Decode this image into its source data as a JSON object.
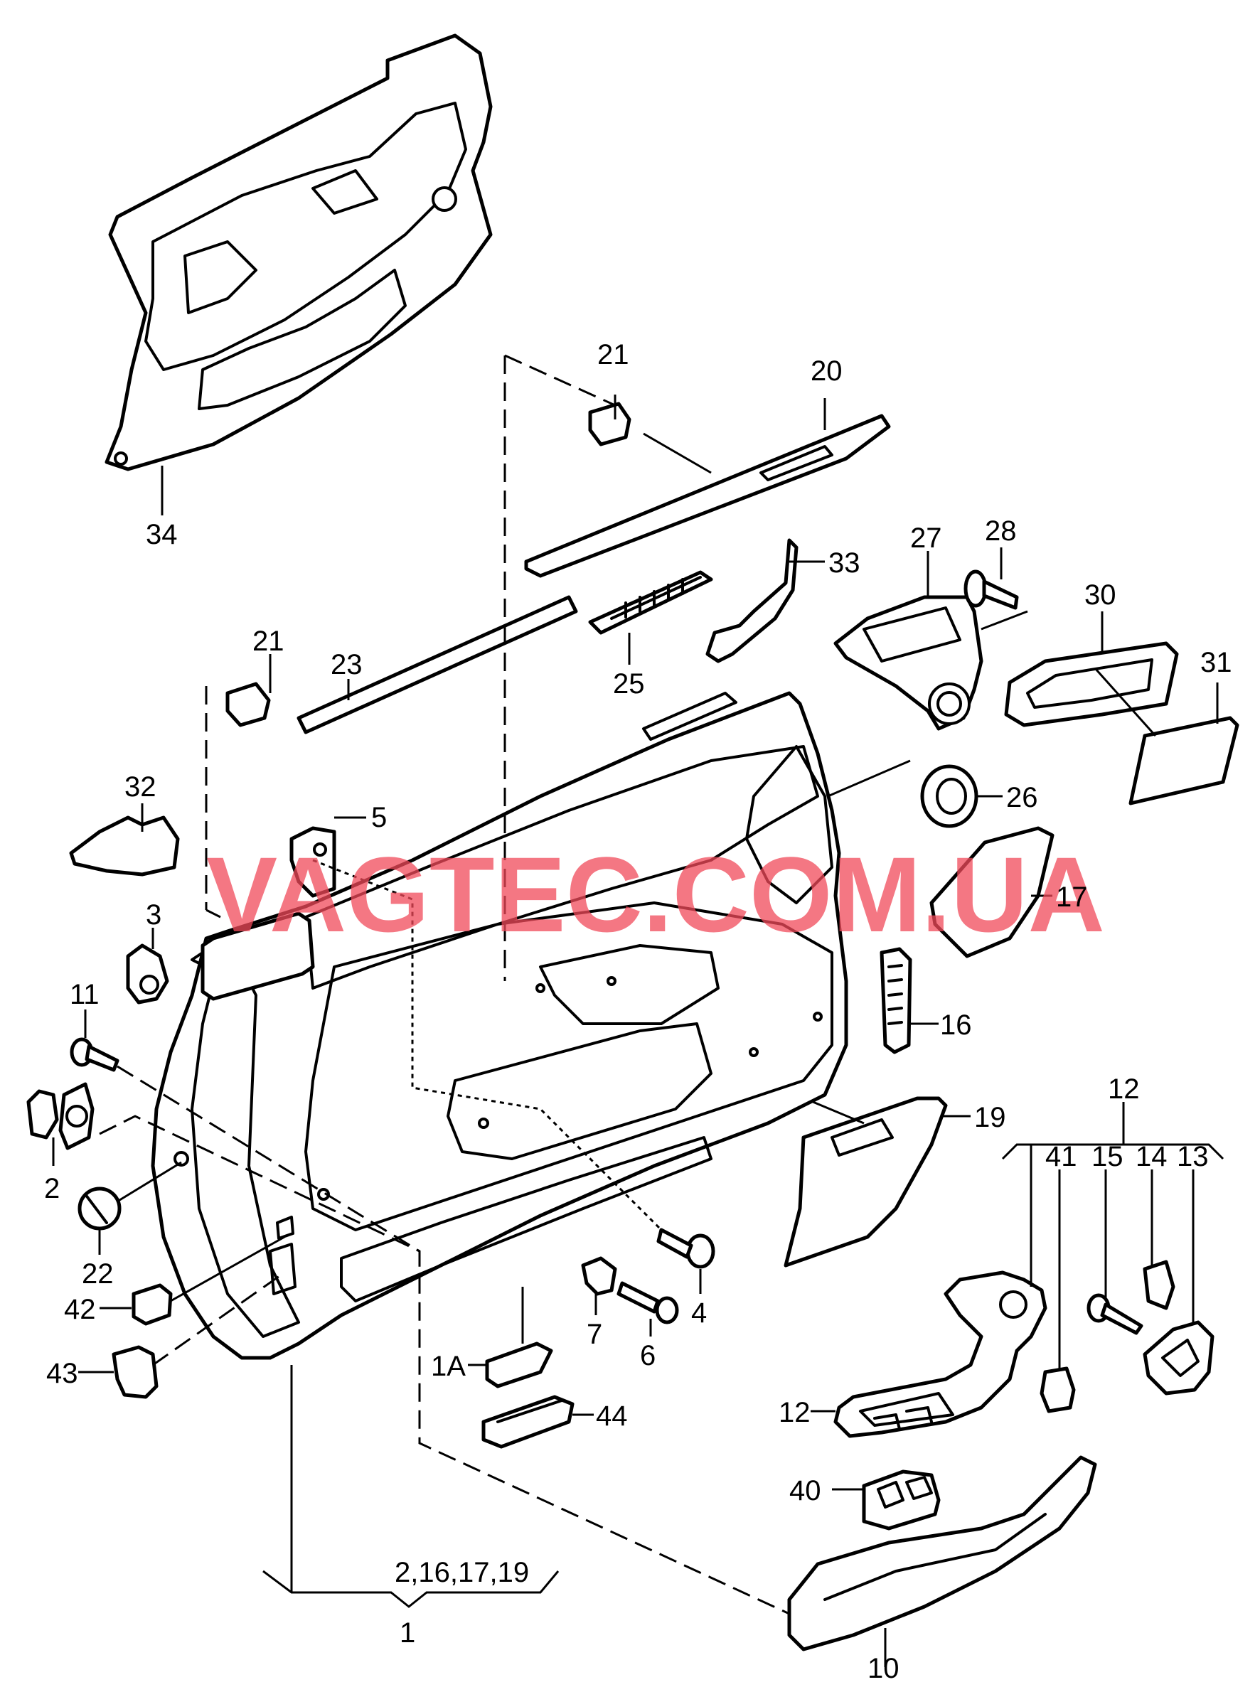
{
  "watermark": "VAGTEC.COM.UA",
  "labels": {
    "p34": "34",
    "p21a": "21",
    "p20": "20",
    "p21b": "21",
    "p23": "23",
    "p25": "25",
    "p33": "33",
    "p27": "27",
    "p28": "28",
    "p30": "30",
    "p31": "31",
    "p26": "26",
    "p32": "32",
    "p5": "5",
    "p17": "17",
    "p3": "3",
    "p11": "11",
    "p16": "16",
    "p2": "2",
    "p19": "19",
    "p12top": "12",
    "p41": "41",
    "p15": "15",
    "p14": "14",
    "p13": "13",
    "p22": "22",
    "p4": "4",
    "p42": "42",
    "p7": "7",
    "p6": "6",
    "p43": "43",
    "p1A": "1A",
    "p44": "44",
    "p12b": "12",
    "p40": "40",
    "p1group": "2,16,17,19",
    "p1": "1",
    "p10": "10"
  },
  "colors": {
    "line": "#000000",
    "watermark": "#f04a5a",
    "background": "#ffffff"
  }
}
